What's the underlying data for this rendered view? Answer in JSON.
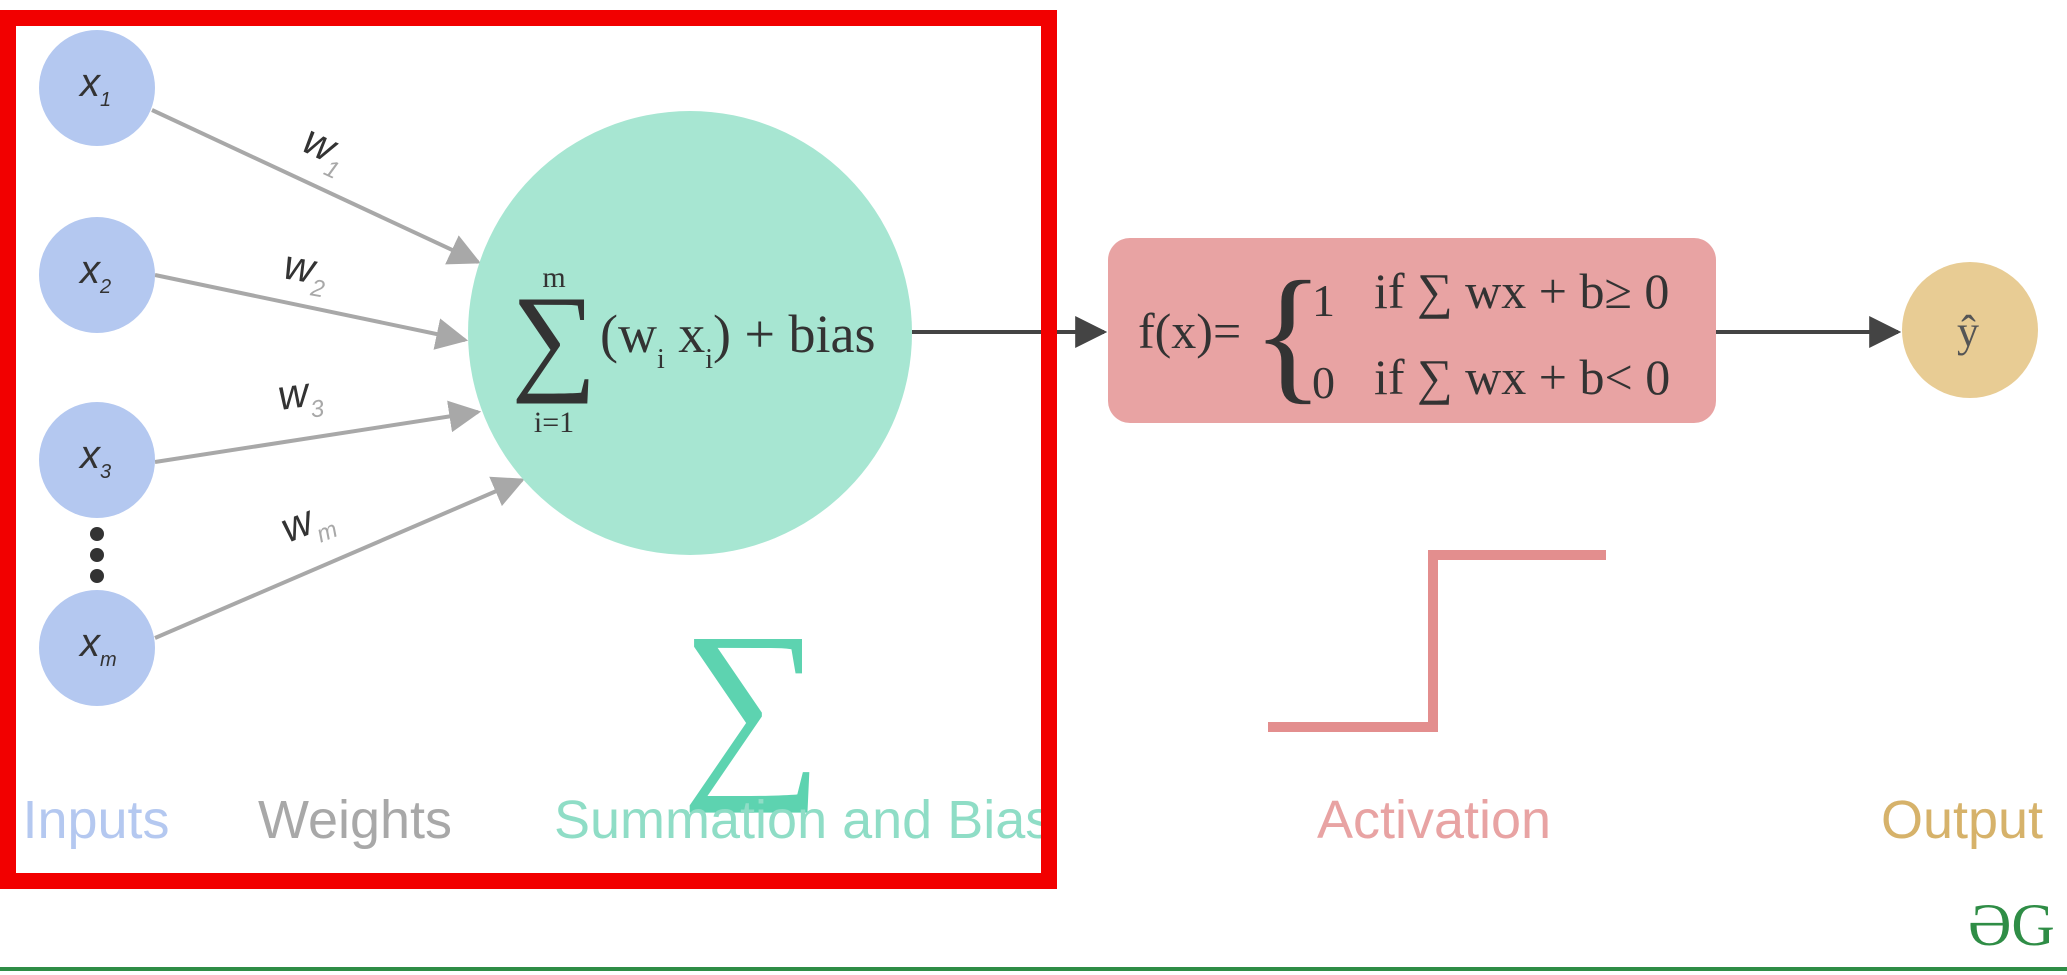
{
  "inputs": [
    {
      "var": "x",
      "sub": "1"
    },
    {
      "var": "x",
      "sub": "2"
    },
    {
      "var": "x",
      "sub": "3"
    },
    {
      "var": "x",
      "sub": "m"
    }
  ],
  "weights": [
    {
      "var": "w",
      "sub": "1"
    },
    {
      "var": "w",
      "sub": "2"
    },
    {
      "var": "w",
      "sub": "3"
    },
    {
      "var": "w",
      "sub": "m"
    }
  ],
  "summation": {
    "sigma": "∑",
    "upper": "m",
    "lower": "i=1",
    "open": "(w",
    "sub_i": "i",
    "x": " x",
    "sub_i2": "i",
    "close": ") + bias",
    "symbol": "∑"
  },
  "activation": {
    "lhs": "f(x)=",
    "case1_value": "1",
    "case1_condition": "if ∑ wx + b≥ 0",
    "case2_value": "0",
    "case2_condition": "if ∑ wx + b< 0"
  },
  "output": {
    "symbol": "ŷ"
  },
  "labels": {
    "inputs": "Inputs",
    "weights": "Weights",
    "summation": "Summation and Bias",
    "activation": "Activation",
    "output": "Output"
  },
  "logo": "ƏG",
  "colors": {
    "input": "#B4C8F0",
    "weight": "#A8A8A8",
    "summation": "#A7E6D2",
    "summation_accent": "#5DD3B0",
    "activation": "#E8A3A3",
    "step": "#E38E8E",
    "output": "#E8CC94",
    "output_label": "#D6B26A",
    "highlight": "#F20000",
    "brand": "#2F8D46",
    "text": "#333333"
  }
}
